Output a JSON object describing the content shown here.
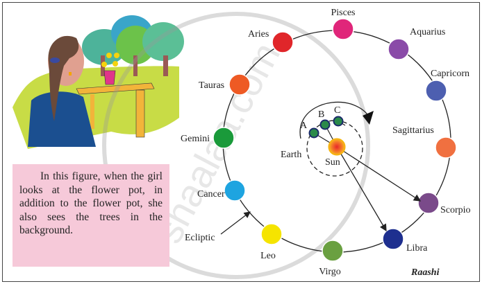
{
  "note": "In this figure, when the girl looks at the flower pot, in addition to the flower pot, she also sees the trees in the background.",
  "labels": {
    "earth": "Earth",
    "sun": "Sun",
    "a": "A",
    "b": "B",
    "c": "C",
    "ecliptic": "Ecliptic",
    "raashi": "Raashi"
  },
  "signs": [
    {
      "name": "Pisces",
      "color": "#e0267a"
    },
    {
      "name": "Aquarius",
      "color": "#8a4ba8"
    },
    {
      "name": "Capricorn",
      "color": "#4d5fb0"
    },
    {
      "name": "Sagittarius",
      "color": "#f07040"
    },
    {
      "name": "Scorpio",
      "color": "#7a4a8a"
    },
    {
      "name": "Libra",
      "color": "#1e2f8f"
    },
    {
      "name": "Virgo",
      "color": "#6aa041"
    },
    {
      "name": "Leo",
      "color": "#f5e400"
    },
    {
      "name": "Cancer",
      "color": "#1ea4e0"
    },
    {
      "name": "Gemini",
      "color": "#1a9a3a"
    },
    {
      "name": "Tauras",
      "color": "#ee5a24"
    },
    {
      "name": "Aries",
      "color": "#e0262a"
    }
  ],
  "watermark": "shaalaa.com"
}
